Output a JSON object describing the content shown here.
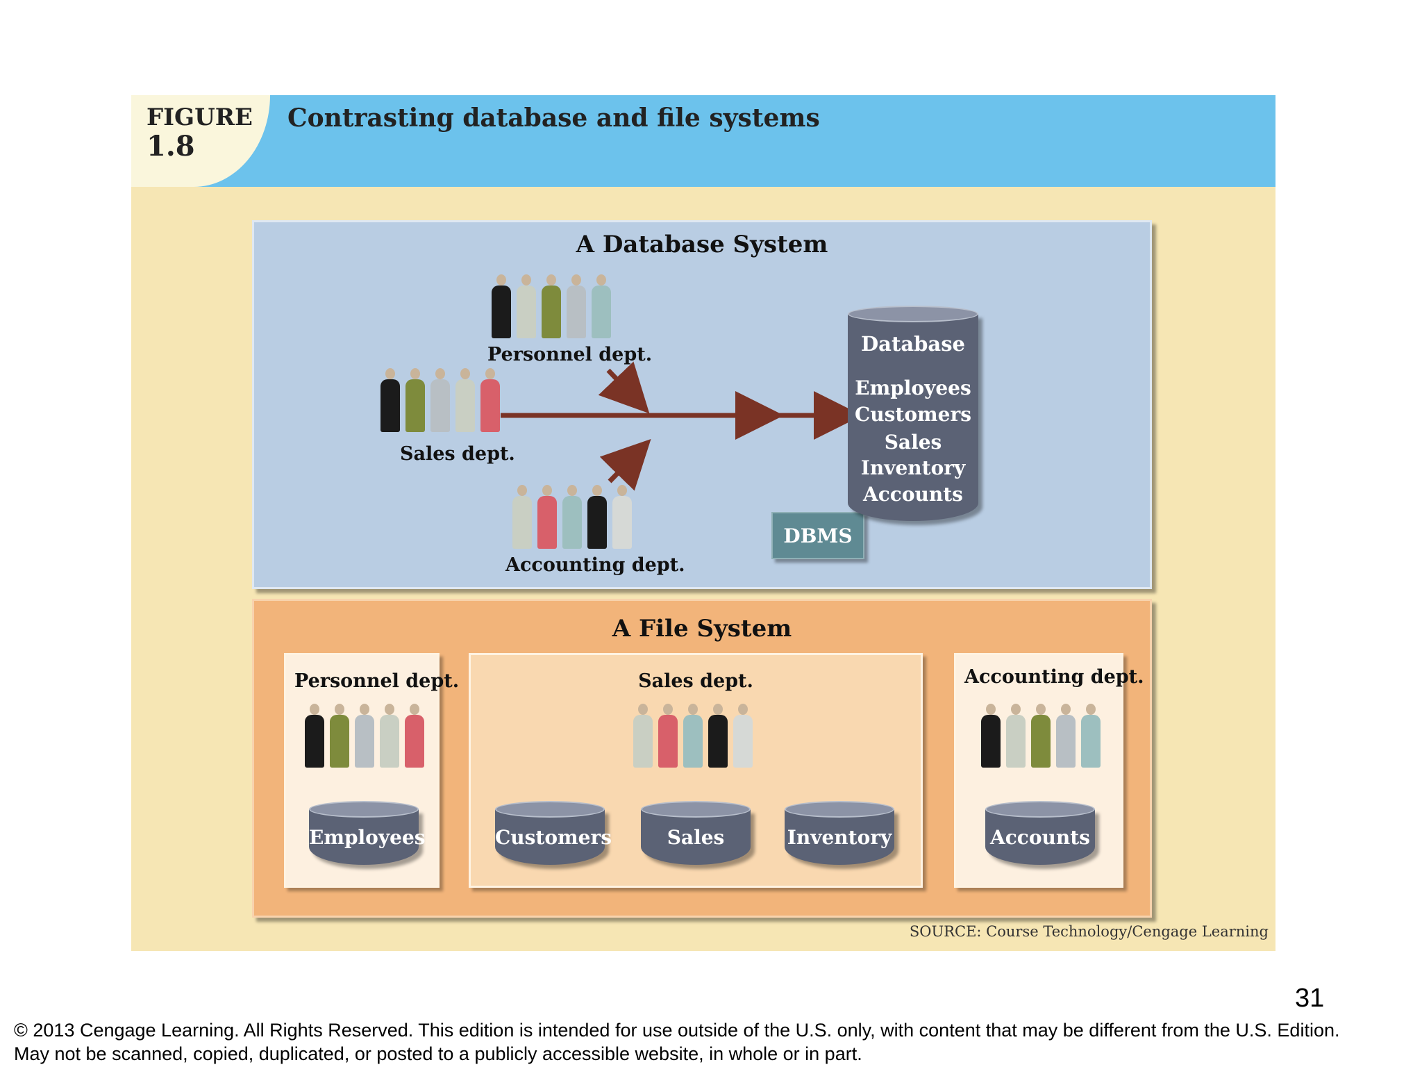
{
  "figure": {
    "label_word": "FIGURE",
    "label_number": "1.8",
    "title": "Contrasting database and file systems",
    "source": "SOURCE: Course Technology/Cengage Learning"
  },
  "database_system": {
    "title": "A Database System",
    "personnel_label": "Personnel dept.",
    "sales_label": "Sales dept.",
    "accounting_label": "Accounting dept.",
    "dbms_label": "DBMS",
    "database_heading": "Database",
    "database_tables": [
      "Employees",
      "Customers",
      "Sales",
      "Inventory",
      "Accounts"
    ]
  },
  "file_system": {
    "title": "A File System",
    "personnel": {
      "label": "Personnel dept.",
      "files": [
        "Employees"
      ]
    },
    "sales": {
      "label": "Sales dept.",
      "files": [
        "Customers",
        "Sales",
        "Inventory"
      ]
    },
    "accounting": {
      "label": "Accounting dept.",
      "files": [
        "Accounts"
      ]
    }
  },
  "slide_number": "31",
  "copyright_line1": "© 2013 Cengage Learning. All Rights Reserved. This edition is intended for use outside of the U.S. only, with content that may be different from the U.S. Edition.",
  "copyright_line2": "May not be scanned, copied, duplicated, or posted to a publicly accessible website, in whole or in part.",
  "colors": {
    "header_blue": "#6cc2ec",
    "figure_background": "#f6e6b4",
    "database_panel": "#b9cde3",
    "file_panel": "#f2b47a",
    "arrow": "#7a3325",
    "cylinder": "#5b6275",
    "dbms_box": "#5f8a93"
  }
}
